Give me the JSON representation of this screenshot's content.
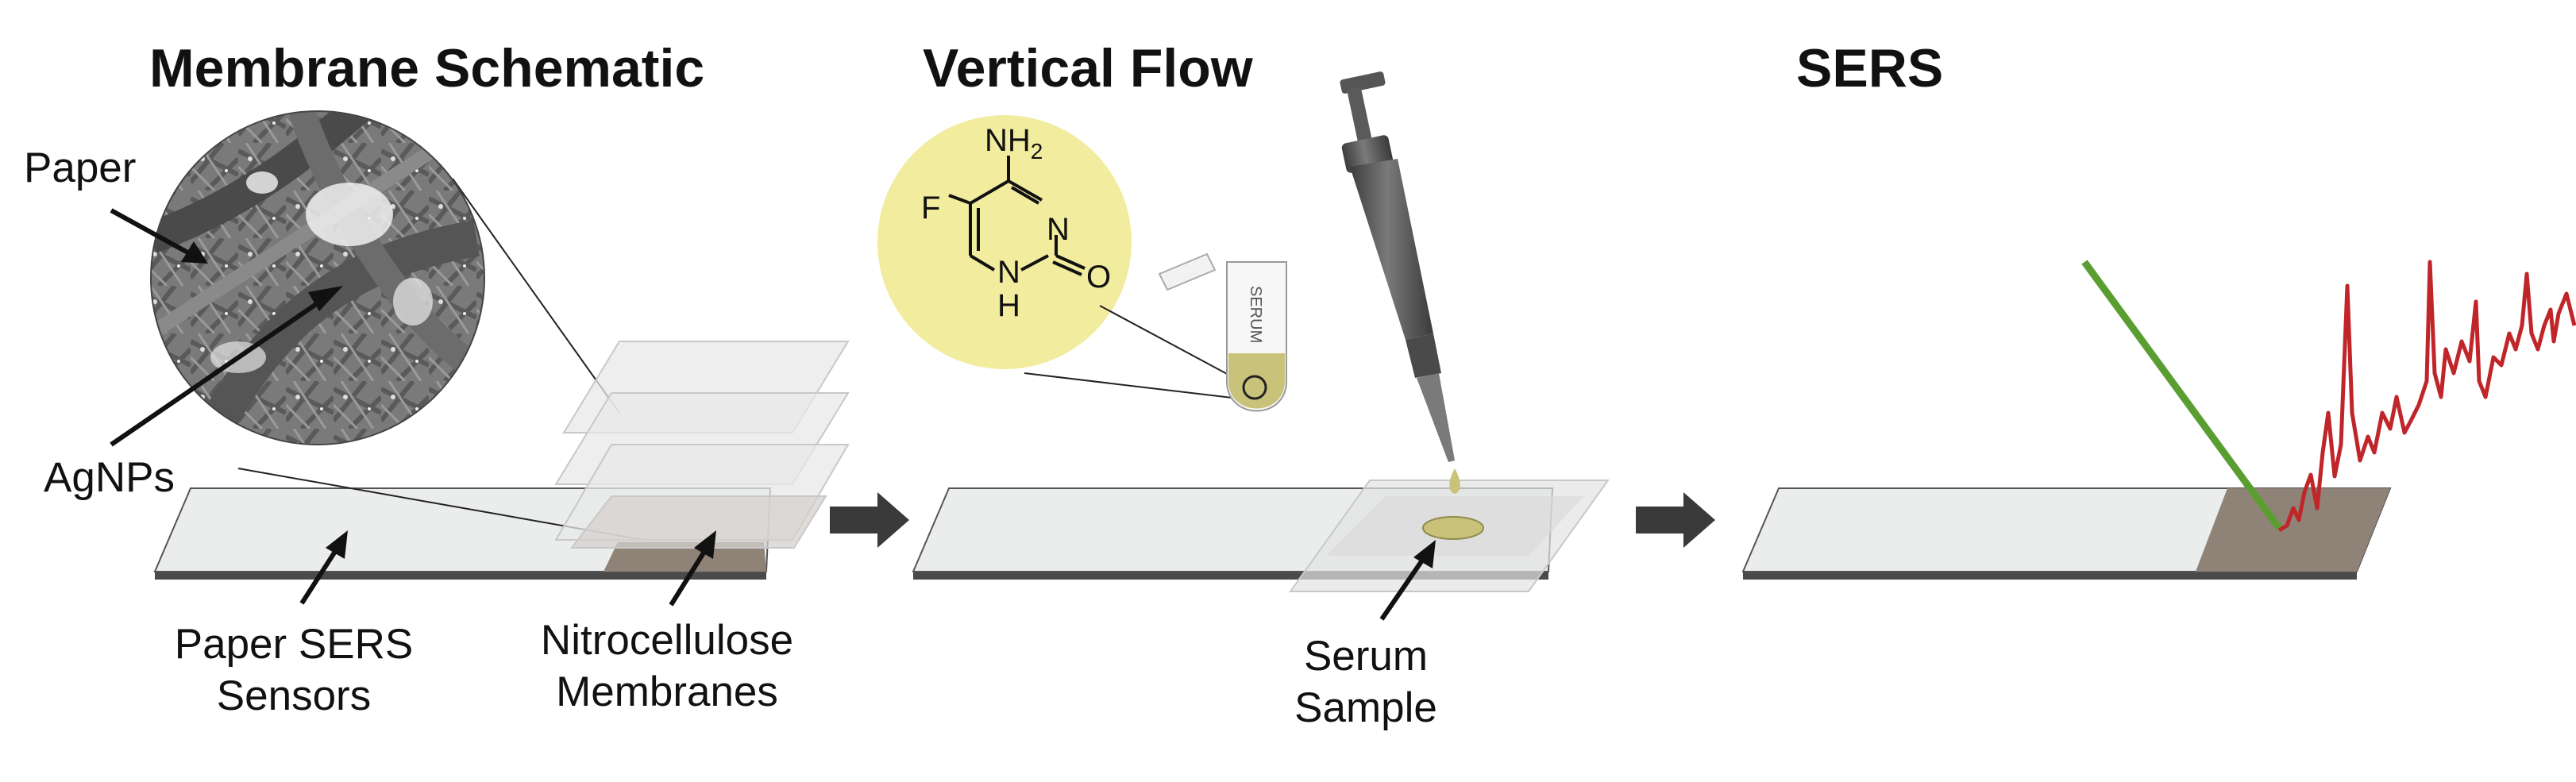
{
  "titles": {
    "membrane_schematic": "Membrane Schematic",
    "vertical_flow": "Vertical Flow",
    "sers": "SERS"
  },
  "labels": {
    "paper": "Paper",
    "agnps": "AgNPs",
    "paper_sers_sensors_line1": "Paper SERS",
    "paper_sers_sensors_line2": "Sensors",
    "nitrocellulose_line1": "Nitrocellulose",
    "nitrocellulose_line2": "Membranes",
    "serum_sample_line1": "Serum",
    "serum_sample_line2": "Sample"
  },
  "molecule": {
    "nh2_main": "NH",
    "nh2_sub": "2",
    "fluorine": "F",
    "ring_n": "N",
    "ring_nh_n": "N",
    "ring_nh_h": "H",
    "oxygen": "O"
  },
  "tube": {
    "label": "SERUM"
  },
  "colors": {
    "strip_top": "#e9ebeb",
    "strip_edge": "#4a4a4a",
    "sensor_pad": "#8f8378",
    "molecule_bg": "#f2ec9f",
    "serum": "#c9c27a",
    "laser": "#5a9e32",
    "spectrum": "#c0252a",
    "arrow": "#3a3a3a"
  }
}
